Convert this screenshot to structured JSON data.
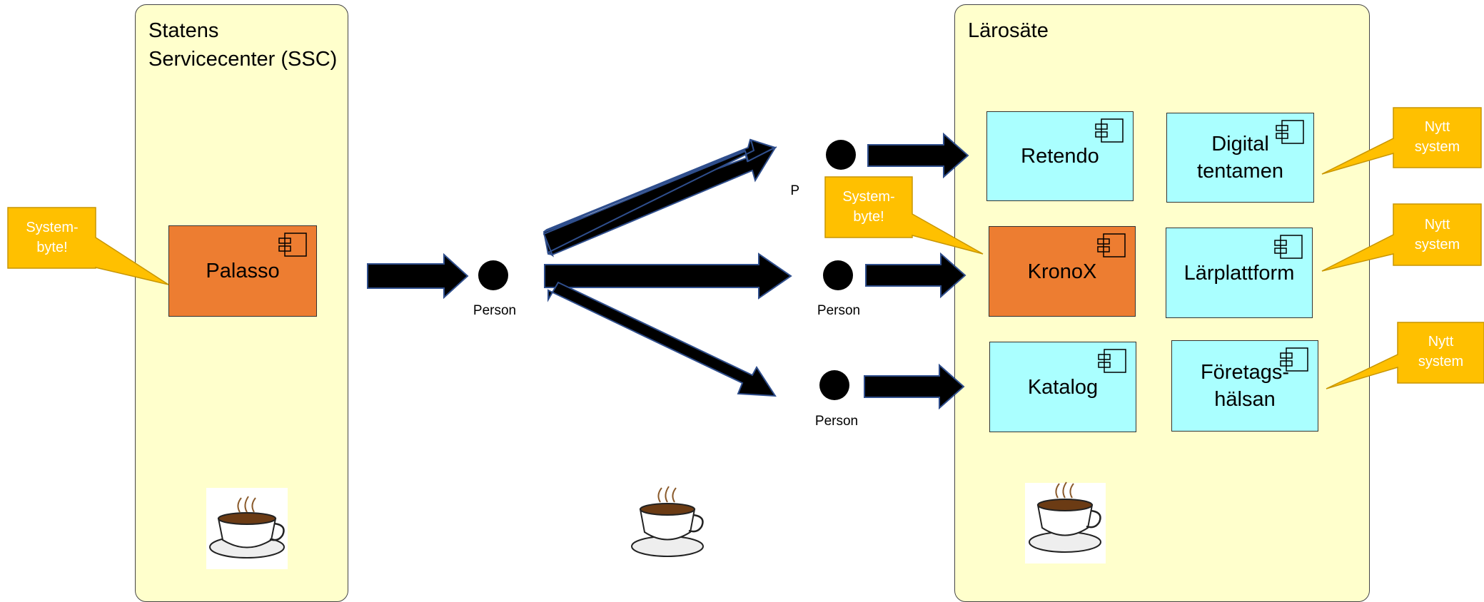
{
  "lanes": {
    "ssc": {
      "title": "Statens\nServicecenter (SSC)"
    },
    "larosate": {
      "title": "Lärosäte"
    }
  },
  "components": {
    "palasso": "Palasso",
    "retendo": "Retendo",
    "digital_tentamen": "Digital\ntentamen",
    "kronox": "KronoX",
    "larplattform": "Lärplattform",
    "katalog": "Katalog",
    "foretagshalsan": "Företags-\nhälsan"
  },
  "persons": {
    "label": "Person",
    "p_left": "Person",
    "p_mid": "Person",
    "p_bottom": "Person",
    "p_top_partial": "P"
  },
  "callouts": {
    "systembyte": "System-\nbyte!",
    "nytt_system": "Nytt\nsystem"
  },
  "colors": {
    "lane_fill": "#ffffcc",
    "component_cyan": "#aaffff",
    "component_orange": "#ed7d31",
    "callout_fill": "#ffc000",
    "arrow_fill": "#000000",
    "arrow_border": "#2f4e8c"
  },
  "icons": [
    "component-icon",
    "person-icon",
    "arrow-icon",
    "coffee-cup-icon",
    "callout-icon"
  ]
}
